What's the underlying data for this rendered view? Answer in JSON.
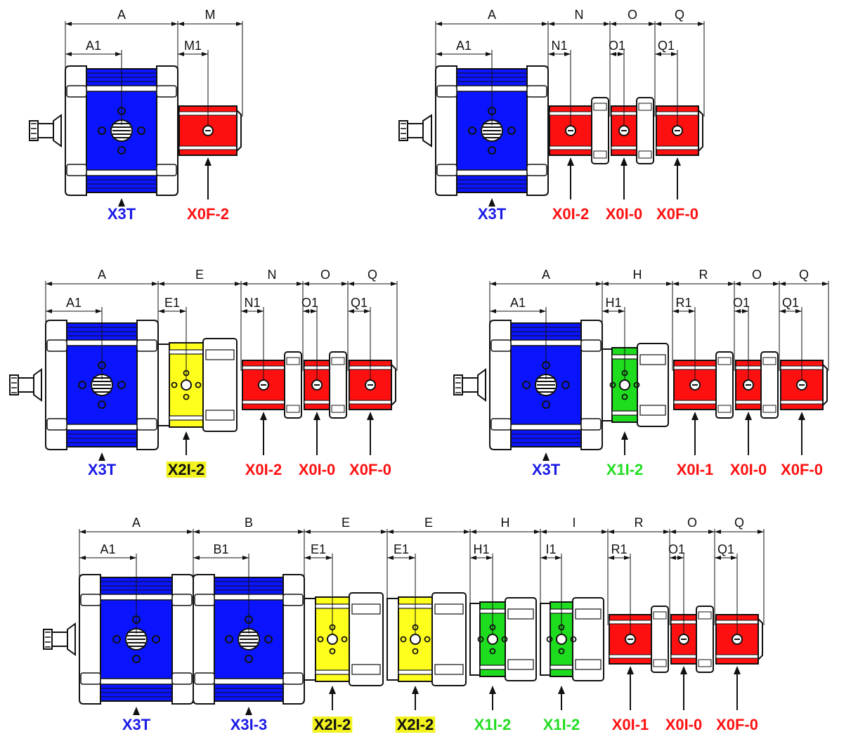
{
  "colors": {
    "X3": "#0a14ff",
    "X2": "#ffff1e",
    "X1": "#1edc1e",
    "X0": "#ff1010",
    "label_X3": "#1a1ae6",
    "label_X1": "#22dd22",
    "label_X0": "#ff1111",
    "highlight": "#f2f21e",
    "outline": "#111111",
    "housing": "#ffffff"
  },
  "assemblies": [
    {
      "id": "a1",
      "sections": [
        {
          "type": "X3",
          "label": "X3T",
          "dim": "A",
          "sub": "A1"
        },
        {
          "type": "X0E",
          "label": "X0F-2",
          "dim": "M",
          "sub": "M1"
        }
      ]
    },
    {
      "id": "a2",
      "sections": [
        {
          "type": "X3",
          "label": "X3T",
          "dim": "A",
          "sub": "A1"
        },
        {
          "type": "X0",
          "label": "X0I-2",
          "dim": "N",
          "sub": "N1"
        },
        {
          "type": "X0",
          "label": "X0I-0",
          "dim": "O",
          "sub": "O1"
        },
        {
          "type": "X0E",
          "label": "X0F-0",
          "dim": "Q",
          "sub": "Q1"
        }
      ]
    },
    {
      "id": "a3",
      "sections": [
        {
          "type": "X3",
          "label": "X3T",
          "dim": "A",
          "sub": "A1"
        },
        {
          "type": "X2",
          "label": "X2I-2",
          "dim": "E",
          "sub": "E1"
        },
        {
          "type": "X0",
          "label": "X0I-2",
          "dim": "N",
          "sub": "N1"
        },
        {
          "type": "X0",
          "label": "X0I-0",
          "dim": "O",
          "sub": "O1"
        },
        {
          "type": "X0E",
          "label": "X0F-0",
          "dim": "Q",
          "sub": "Q1"
        }
      ]
    },
    {
      "id": "a4",
      "sections": [
        {
          "type": "X3",
          "label": "X3T",
          "dim": "A",
          "sub": "A1"
        },
        {
          "type": "X1",
          "label": "X1I-2",
          "dim": "H",
          "sub": "H1"
        },
        {
          "type": "X0",
          "label": "X0I-1",
          "dim": "R",
          "sub": "R1"
        },
        {
          "type": "X0",
          "label": "X0I-0",
          "dim": "O",
          "sub": "O1"
        },
        {
          "type": "X0E",
          "label": "X0F-0",
          "dim": "Q",
          "sub": "Q1"
        }
      ]
    },
    {
      "id": "a5",
      "sections": [
        {
          "type": "X3",
          "label": "X3T",
          "dim": "A",
          "sub": "A1"
        },
        {
          "type": "X3b",
          "label": "X3I-3",
          "dim": "B",
          "sub": "B1"
        },
        {
          "type": "X2",
          "label": "X2I-2",
          "dim": "E",
          "sub": "E1"
        },
        {
          "type": "X2",
          "label": "X2I-2",
          "dim": "E",
          "sub": "E1"
        },
        {
          "type": "X1",
          "label": "X1I-2",
          "dim": "H",
          "sub": "H1"
        },
        {
          "type": "X1",
          "label": "X1I-2",
          "dim": "I",
          "sub": "I1"
        },
        {
          "type": "X0",
          "label": "X0I-1",
          "dim": "R",
          "sub": "R1"
        },
        {
          "type": "X0",
          "label": "X0I-0",
          "dim": "O",
          "sub": "O1"
        },
        {
          "type": "X0E",
          "label": "X0F-0",
          "dim": "Q",
          "sub": "Q1"
        }
      ]
    }
  ]
}
